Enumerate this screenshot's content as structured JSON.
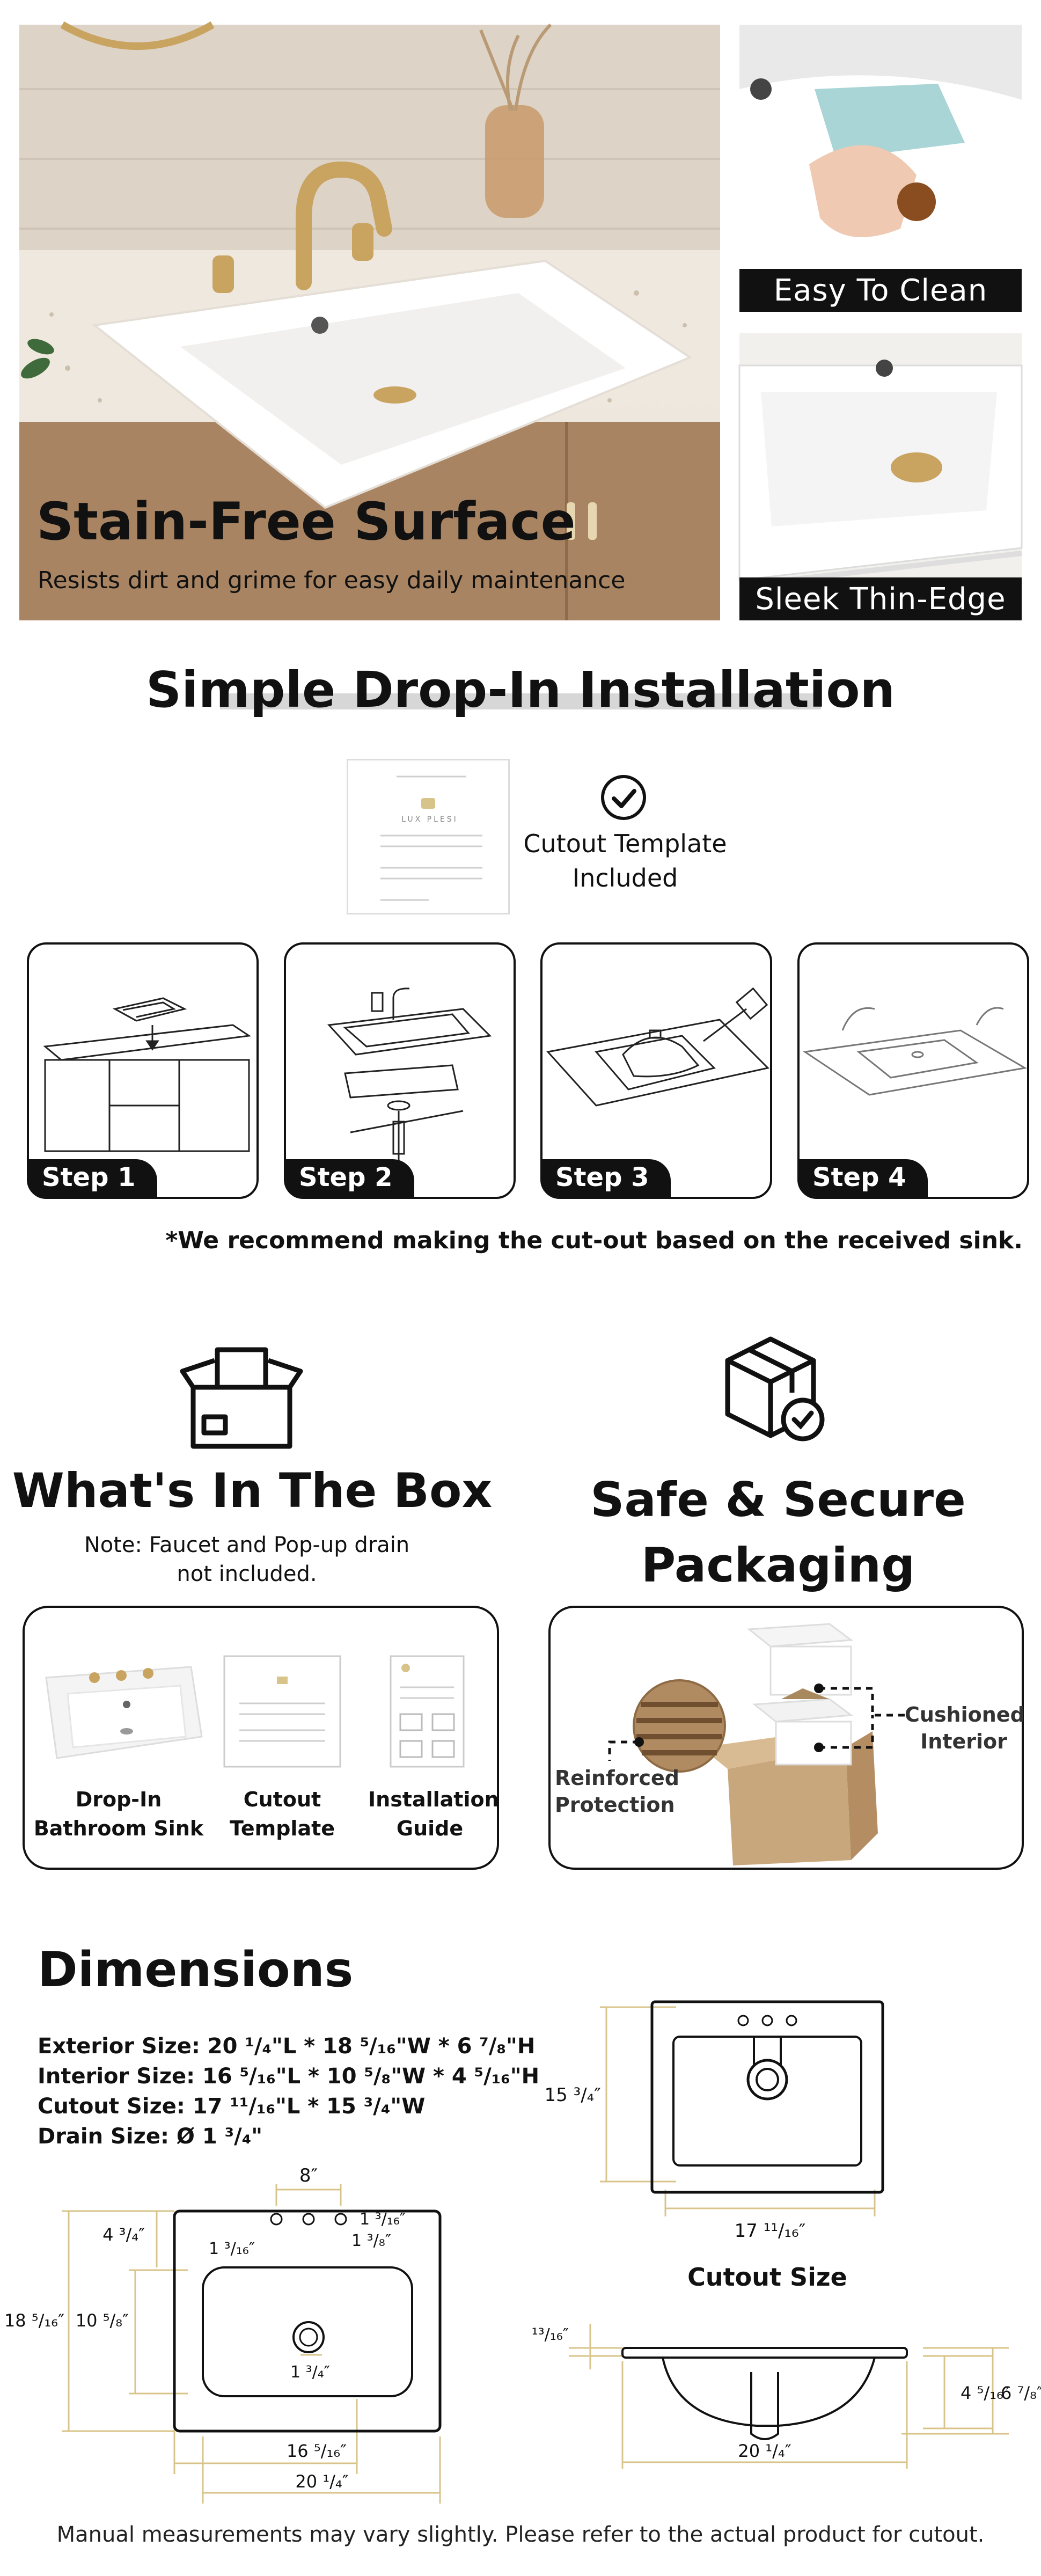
{
  "hero": {
    "title": "Stain-Free Surface",
    "subtitle": "Resists dirt and grime for easy daily maintenance"
  },
  "side_panels": [
    {
      "label": "Easy To Clean"
    },
    {
      "label": "Sleek Thin-Edge"
    }
  ],
  "installation": {
    "title": "Simple Drop-In Installation",
    "template_label": "Cutout Template\nIncluded",
    "template_card_brand": "LUX PLESI",
    "steps": [
      "Step 1",
      "Step 2",
      "Step 3",
      "Step 4"
    ],
    "note": "*We recommend making the cut-out based on the received sink."
  },
  "box": {
    "title": "What's In The Box",
    "note": "Note: Faucet and Pop-up drain\nnot included.",
    "items": [
      {
        "label": "Drop-In\nBathroom Sink"
      },
      {
        "label": "Cutout\nTemplate"
      },
      {
        "label": "Installation\nGuide"
      }
    ]
  },
  "packaging": {
    "title": "Safe & Secure\nPackaging",
    "callout_left": "Reinforced\nProtection",
    "callout_right": "Cushioned\nInterior"
  },
  "dimensions": {
    "title": "Dimensions",
    "specs": [
      "Exterior Size: 20 ¹/₄\"L * 18 ⁵/₁₆\"W * 6 ⁷/₈\"H",
      "Interior Size: 16 ⁵/₁₆\"L * 10 ⁵/₈\"W * 4 ⁵/₁₆\"H",
      "Cutout Size: 17 ¹¹/₁₆\"L * 15 ³/₄\"W",
      "Drain Size: Ø 1 ³/₄\""
    ],
    "cutout_label": "Cutout Size",
    "footer": "Manual measurements may vary slightly. Please refer to the actual product for cutout.",
    "top_view": {
      "spread": "8″",
      "left_offset": "4 ³/₄″",
      "hole_a": "1 ³/₁₆″",
      "hole_b": "1 ³/₈″",
      "hole_c": "1 ³/₁₆″",
      "width_outer": "18 ⁵/₁₆″",
      "width_inner": "10 ⁵/₈″",
      "drain": "1 ³/₄″",
      "length_inner": "16 ⁵/₁₆″",
      "length_outer": "20 ¹/₄″"
    },
    "cutout_view": {
      "height": "15 ³/₄″",
      "width": "17 ¹¹/₁₆″"
    },
    "side_view": {
      "rim": "¹³/₁₆″",
      "bowl_depth": "4 ⁵/₁₆″",
      "total_height": "6 ⁷/₈″",
      "length": "20 ¹/₄″"
    }
  },
  "colors": {
    "accent_gold": "#d8c48a",
    "dark": "#111111"
  }
}
